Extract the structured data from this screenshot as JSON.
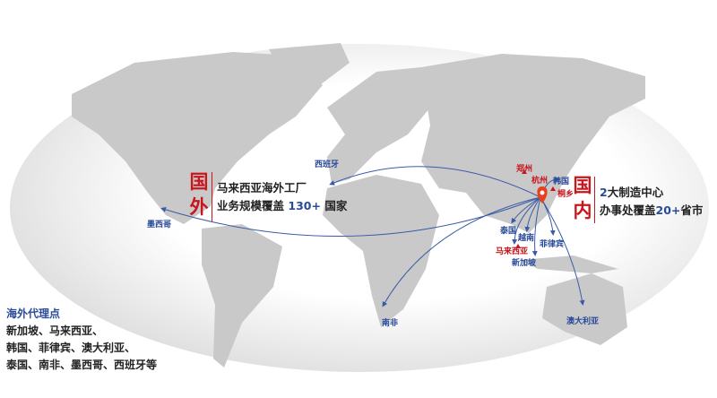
{
  "hub": {
    "icon": "location-pin-icon",
    "color": "#e8401c"
  },
  "domestic_cities": [
    "郑州",
    "杭州",
    "桐乡"
  ],
  "destinations": {
    "spain": "西班牙",
    "mexico": "墨西哥",
    "south_africa": "南非",
    "australia": "澳大利亚",
    "thailand": "泰国",
    "vietnam": "越南",
    "malaysia": "马来西亚",
    "singapore": "新加坡",
    "philippines": "菲律宾",
    "korea": "韩国"
  },
  "overseas": {
    "badge": [
      "国",
      "外"
    ],
    "line1": "马来西亚海外工厂",
    "line2_pre": "业务规模覆盖",
    "line2_num": "130+",
    "line2_post": "国家"
  },
  "domestic": {
    "badge": [
      "国",
      "内"
    ],
    "line1_num": "2",
    "line1": "大制造中心",
    "line2_pre": "办事处覆盖",
    "line2_num": "20+",
    "line2_post": "省市"
  },
  "agents": {
    "title": "海外代理点",
    "lines": [
      "新加坡、马来西亚、",
      "韩国、菲律宾、澳大利亚、",
      "泰国、南非、墨西哥、西班牙等"
    ]
  },
  "colors": {
    "route": "#3a5aa8",
    "accent_red": "#c8161d",
    "land": "#c9c9c9"
  }
}
